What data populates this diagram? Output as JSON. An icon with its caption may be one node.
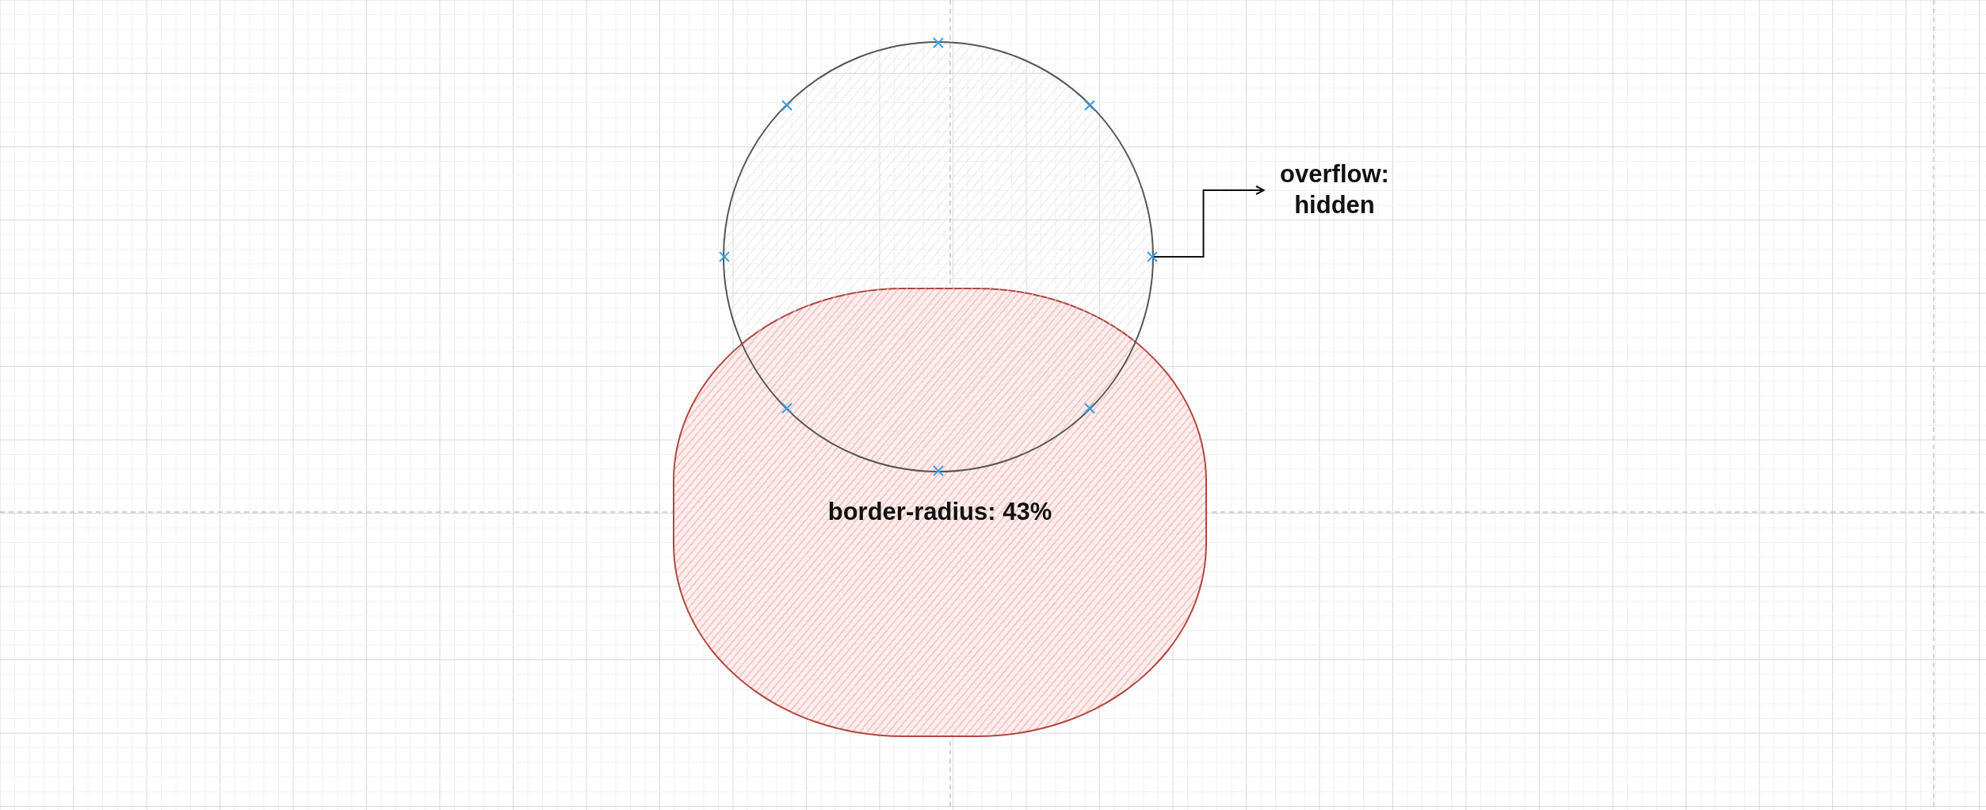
{
  "diagram": {
    "nodes": [
      {
        "text": [],
        "shape": "circle"
      },
      {
        "text": [
          "overflow: hidden"
        ]
      },
      {
        "text": [
          "border-radius: 43%"
        ]
      }
    ],
    "edges": [
      {
        "from": 0,
        "to": 1,
        "arrow": "to"
      }
    ]
  }
}
